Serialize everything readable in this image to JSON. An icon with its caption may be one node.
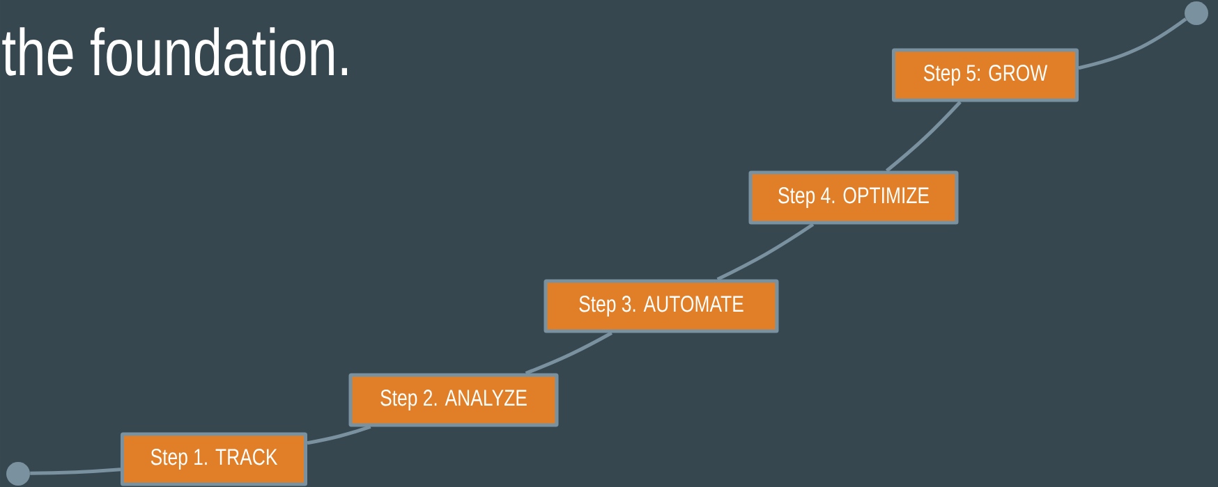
{
  "diagram": {
    "title": "the foundation.",
    "nodes": [
      {
        "text": [],
        "shape": "circle"
      },
      {
        "text": [
          "Step 1. TRACK"
        ]
      },
      {
        "text": [
          "Step 2. ANALYZE"
        ]
      },
      {
        "text": [
          "Step 3. AUTOMATE"
        ]
      },
      {
        "text": [
          "Step 4. OPTIMIZE"
        ]
      },
      {
        "text": [
          "Step 5: GROW"
        ]
      },
      {
        "text": [],
        "shape": "circle"
      }
    ],
    "edges": [
      {
        "from": 0,
        "to": 1,
        "arrow": "none"
      },
      {
        "from": 1,
        "to": 2,
        "arrow": "none"
      },
      {
        "from": 2,
        "to": 3,
        "arrow": "none"
      },
      {
        "from": 3,
        "to": 4,
        "arrow": "none"
      },
      {
        "from": 4,
        "to": 5,
        "arrow": "none"
      },
      {
        "from": 5,
        "to": 6,
        "arrow": "none"
      }
    ]
  }
}
